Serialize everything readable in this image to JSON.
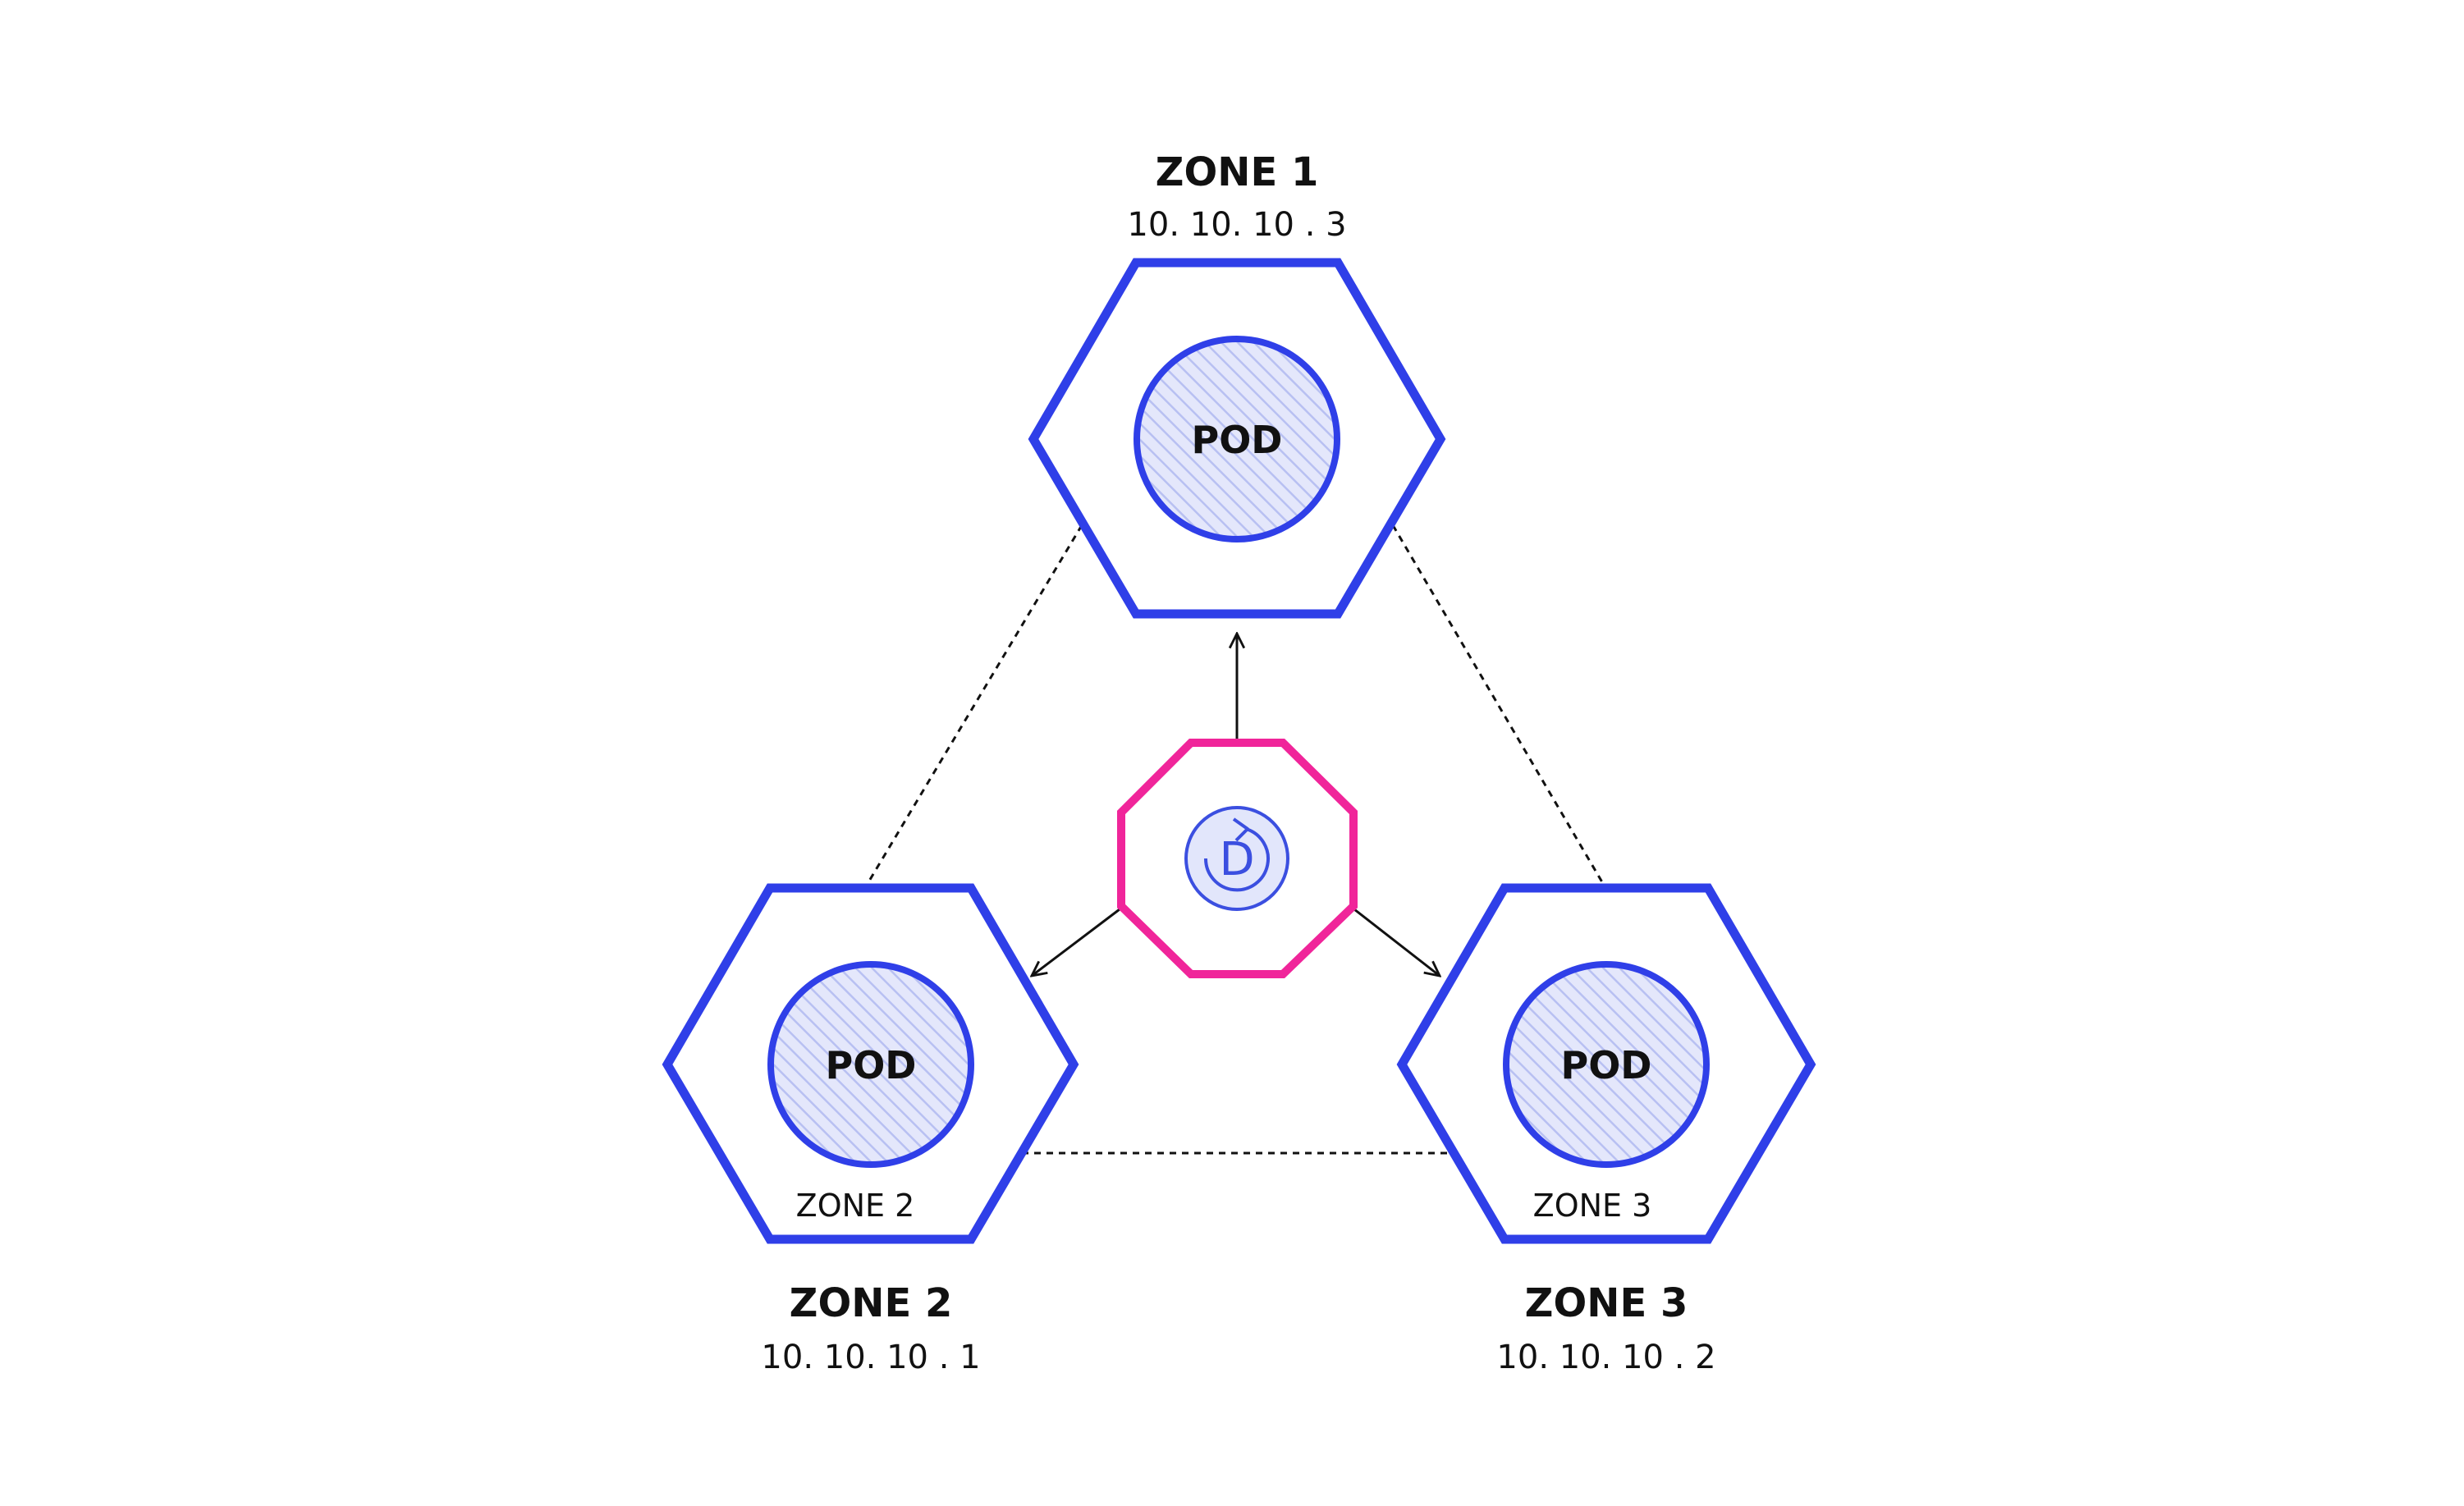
{
  "zones": [
    {
      "title": "ZONE 1",
      "ip": "10. 10. 10 . 3",
      "pod": "POD",
      "inner_label": ""
    },
    {
      "title": "ZONE 2",
      "ip": "10. 10. 10 . 1",
      "pod": "POD",
      "inner_label": "ZONE 2"
    },
    {
      "title": "ZONE 3",
      "ip": "10. 10. 10 . 2",
      "pod": "POD",
      "inner_label": "ZONE 3"
    }
  ],
  "center": {
    "icon": "dapr-d-rotate-icon",
    "letter": "D"
  },
  "links": {
    "dashed": [
      [
        "zone-1",
        "zone-2"
      ],
      [
        "zone-1",
        "zone-3"
      ],
      [
        "zone-2",
        "zone-3"
      ]
    ],
    "arrows": [
      [
        "center",
        "zone-1"
      ],
      [
        "center",
        "zone-2"
      ],
      [
        "center",
        "zone-3"
      ]
    ]
  },
  "colors": {
    "zone_hexagon": "#2f3fe8",
    "pod_fill": "#e4e7fb",
    "pod_hatch": "#b8c0f2",
    "center_octagon": "#f0259a",
    "icon_fill": "#e2e6fb",
    "icon_stroke": "#3b4fe0",
    "line": "#111111"
  }
}
